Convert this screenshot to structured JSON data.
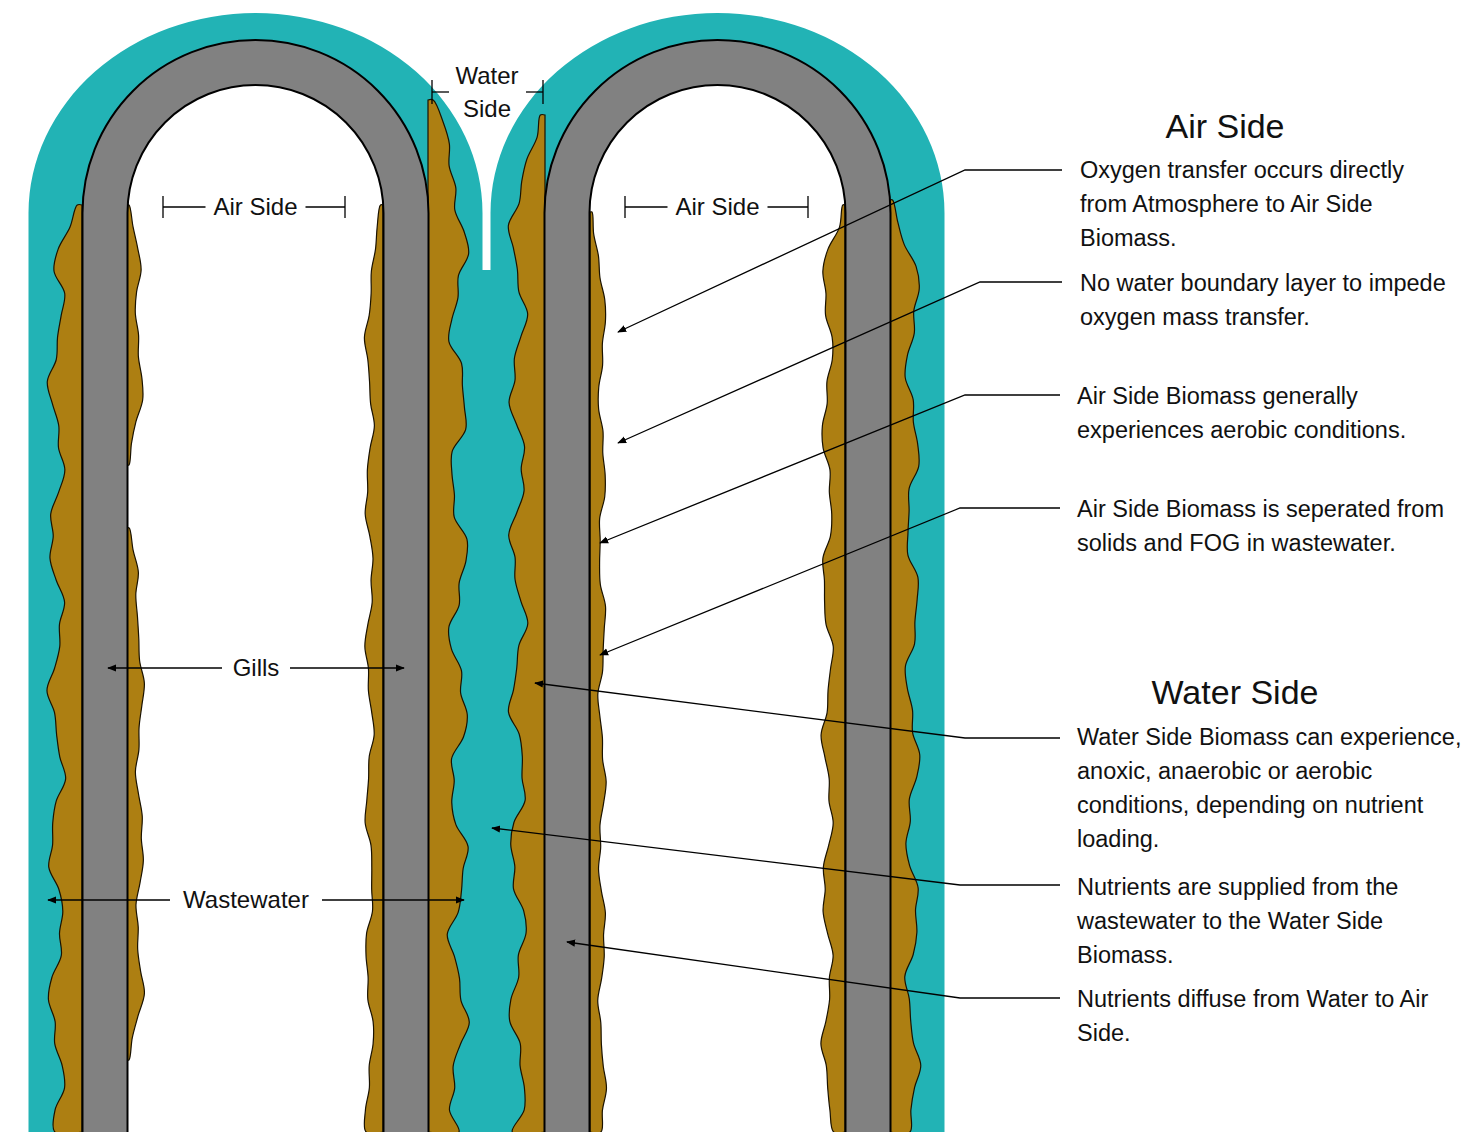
{
  "diagram": {
    "labels": [
      "Water Side",
      "Air Side",
      "Air Side",
      "Gills",
      "Wastewater",
      "Air Side",
      "Oxygen transfer occurs directly from Atmosphere to Air Side Biomass.",
      "No water boundary layer to impede oxygen mass transfer.",
      "Air Side Biomass generally experiences aerobic conditions.",
      "Air Side Biomass is seperated from solids and FOG in wastewater.",
      "Water Side",
      "Water Side Biomass can experience, anoxic, anaerobic or aerobic conditions, depending on nutrient loading.",
      "Nutrients are supplied from the wastewater to the Water Side Biomass.",
      "Nutrients diffuse from Water to Air Side."
    ]
  }
}
